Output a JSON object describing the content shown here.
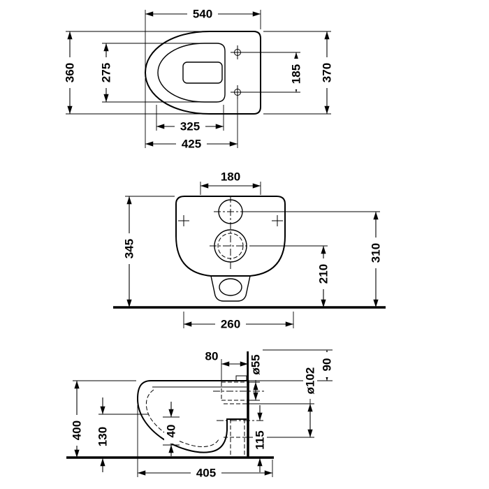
{
  "drawing": {
    "kind": "sanitary-ware technical dimension drawing",
    "subject": "wall-hung toilet",
    "views": [
      "top view",
      "front view",
      "side view"
    ],
    "line_color": "#000000",
    "background": "#ffffff"
  },
  "dims": {
    "top": {
      "overall_depth": "540",
      "overall_width": "360",
      "inner_width": "275",
      "fixing_distance": "185",
      "right_width": "370",
      "inner_depth": "325",
      "fixing_depth": "425"
    },
    "front": {
      "inlet_spacing": "180",
      "height": "345",
      "drain_center_height": "210",
      "inlet_center_height": "310",
      "base_width": "260"
    },
    "side": {
      "inlet_projection": "80",
      "inlet_diameter": "ø55",
      "drain_diameter": "ø102",
      "top_clearance": "90",
      "rim_height": "400",
      "drain_height": "130",
      "clearance": "40",
      "overall_depth": "405",
      "outlet_height": "115"
    }
  }
}
